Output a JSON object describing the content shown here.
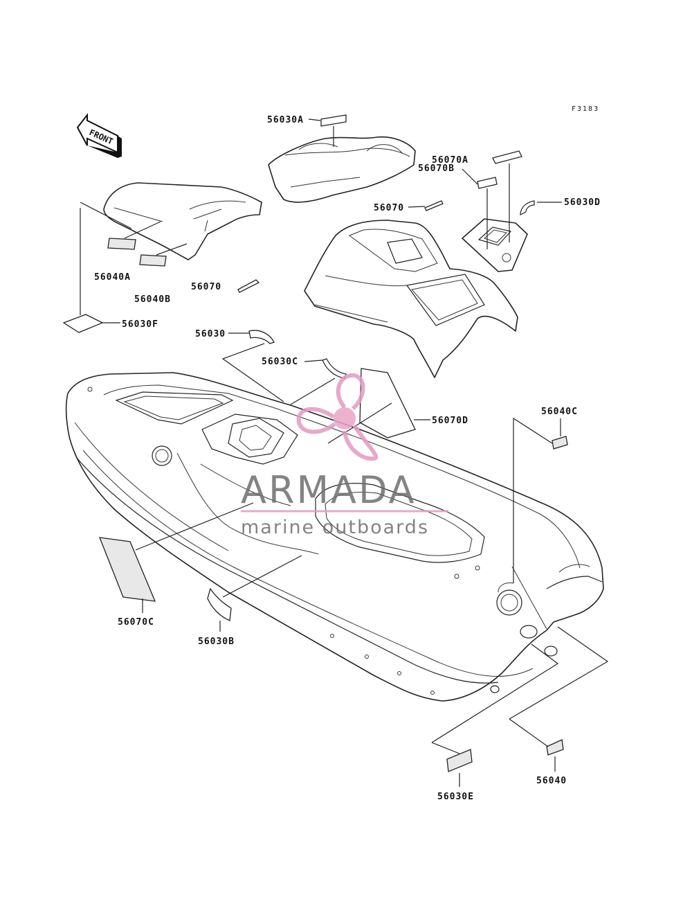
{
  "diagram": {
    "figure_ref": "F3183",
    "front_label": "FRONT",
    "parts": [
      {
        "id": "56030A",
        "label": "56030A"
      },
      {
        "id": "56070A",
        "label": "56070A"
      },
      {
        "id": "56070B",
        "label": "56070B"
      },
      {
        "id": "56070",
        "label": "56070"
      },
      {
        "id": "56030D",
        "label": "56030D"
      },
      {
        "id": "56040A",
        "label": "56040A"
      },
      {
        "id": "56040B",
        "label": "56040B"
      },
      {
        "id": "56070-2",
        "label": "56070"
      },
      {
        "id": "56030F",
        "label": "56030F"
      },
      {
        "id": "56030",
        "label": "56030"
      },
      {
        "id": "56030C",
        "label": "56030C"
      },
      {
        "id": "56070D",
        "label": "56070D"
      },
      {
        "id": "56040C",
        "label": "56040C"
      },
      {
        "id": "56070C",
        "label": "56070C"
      },
      {
        "id": "56030B",
        "label": "56030B"
      },
      {
        "id": "56030E",
        "label": "56030E"
      },
      {
        "id": "56040",
        "label": "56040"
      }
    ]
  },
  "watermark": {
    "brand": "ARMADA",
    "tagline": "marine outboards",
    "brand_color": "#6e6e6e",
    "accent_color": "#e39bc0"
  }
}
